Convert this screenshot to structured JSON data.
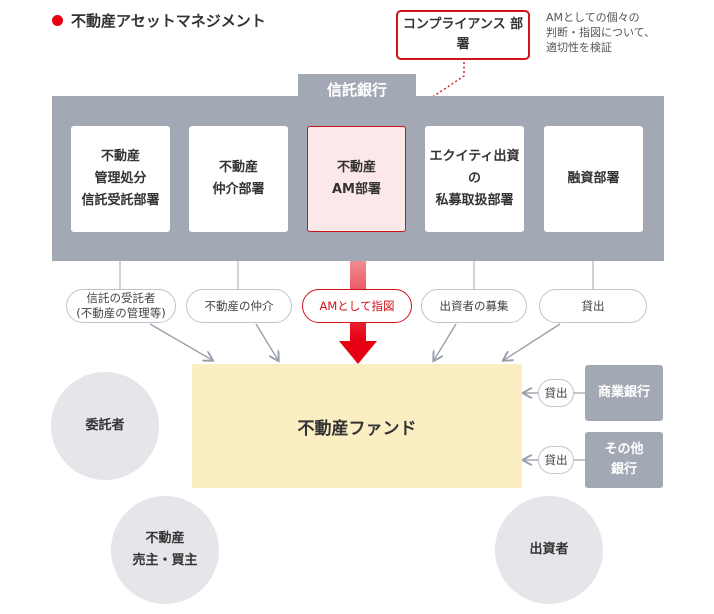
{
  "header": {
    "title": "不動産アセットマネジメント"
  },
  "compliance": {
    "label": "コンプライアンス\n部署"
  },
  "note": {
    "text": "AMとしての個々の\n判断・指図について、\n適切性を検証"
  },
  "bank": {
    "title": "信託銀行",
    "departments": [
      {
        "label": "不動産\n管理処分\n信託受託部署"
      },
      {
        "label": "不動産\n仲介部署"
      },
      {
        "label": "不動産\nAM部署"
      },
      {
        "label": "エクイティ出資\nの\n私募取扱部署"
      },
      {
        "label": "融資部署"
      }
    ]
  },
  "roles": [
    {
      "label": "信託の受託者\n(不動産の管理等)"
    },
    {
      "label": "不動産の仲介"
    },
    {
      "label": "AMとして指図"
    },
    {
      "label": "出資者の募集"
    },
    {
      "label": "貸出"
    }
  ],
  "fund": {
    "label": "不動産ファンド"
  },
  "lenders": [
    {
      "loan_label": "貸出",
      "name": "商業銀行"
    },
    {
      "loan_label": "貸出",
      "name": "その他\n銀行"
    }
  ],
  "parties": [
    {
      "label": "委託者"
    },
    {
      "label": "不動産\n売主・買主"
    },
    {
      "label": "出資者"
    }
  ],
  "colors": {
    "accent": "#d0121b",
    "bank_gray": "#a3a8b5",
    "fund_yellow": "#fbeec3",
    "circle_gray": "#e4e6ea"
  }
}
